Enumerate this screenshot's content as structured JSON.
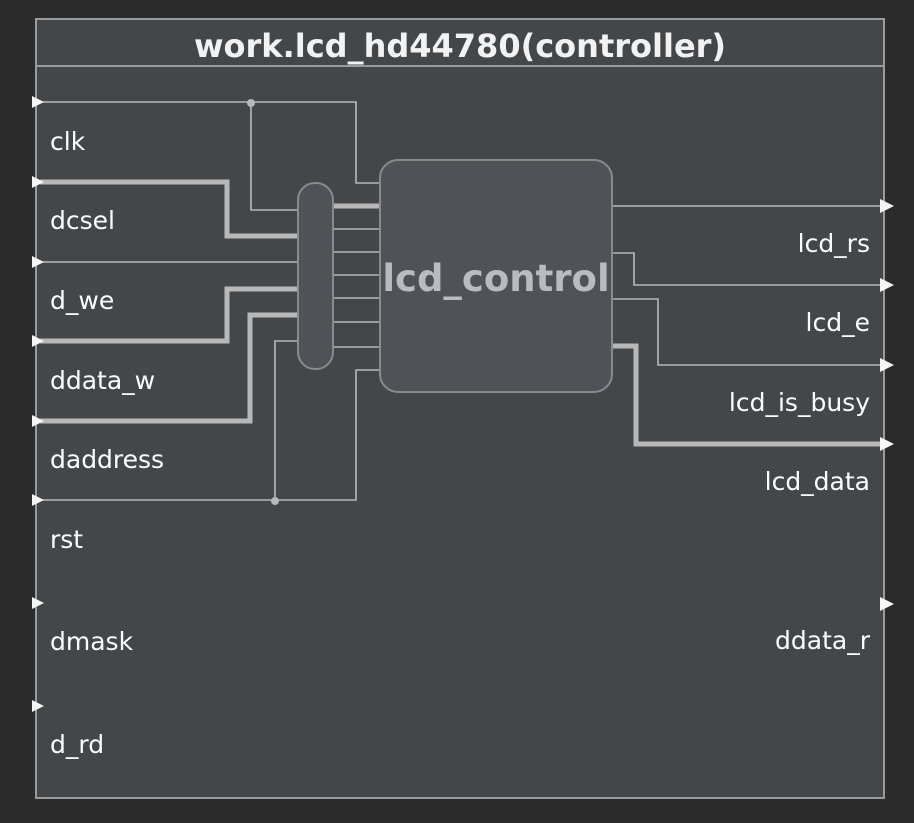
{
  "module": {
    "title": "work.lcd_hd44780(controller)",
    "instance_label": "lcd_control"
  },
  "inputs": [
    {
      "name": "clk",
      "bus": false
    },
    {
      "name": "dcsel",
      "bus": true
    },
    {
      "name": "d_we",
      "bus": false
    },
    {
      "name": "ddata_w",
      "bus": true
    },
    {
      "name": "daddress",
      "bus": true
    },
    {
      "name": "rst",
      "bus": false
    },
    {
      "name": "dmask",
      "bus": false
    },
    {
      "name": "d_rd",
      "bus": false
    }
  ],
  "outputs": [
    {
      "name": "lcd_rs",
      "bus": false
    },
    {
      "name": "lcd_e",
      "bus": false
    },
    {
      "name": "lcd_is_busy",
      "bus": false
    },
    {
      "name": "lcd_data",
      "bus": true
    },
    {
      "name": "ddata_r",
      "bus": false
    }
  ],
  "colors": {
    "background": "#2b2b2b",
    "module_fill": "#43474a",
    "module_border": "#9a9a9a",
    "block_fill": "#4f5357",
    "block_border": "#8a8a8a",
    "wire": "#b8b8b8",
    "port_arrow": "#f5f5f5",
    "text": "#ffffff"
  }
}
